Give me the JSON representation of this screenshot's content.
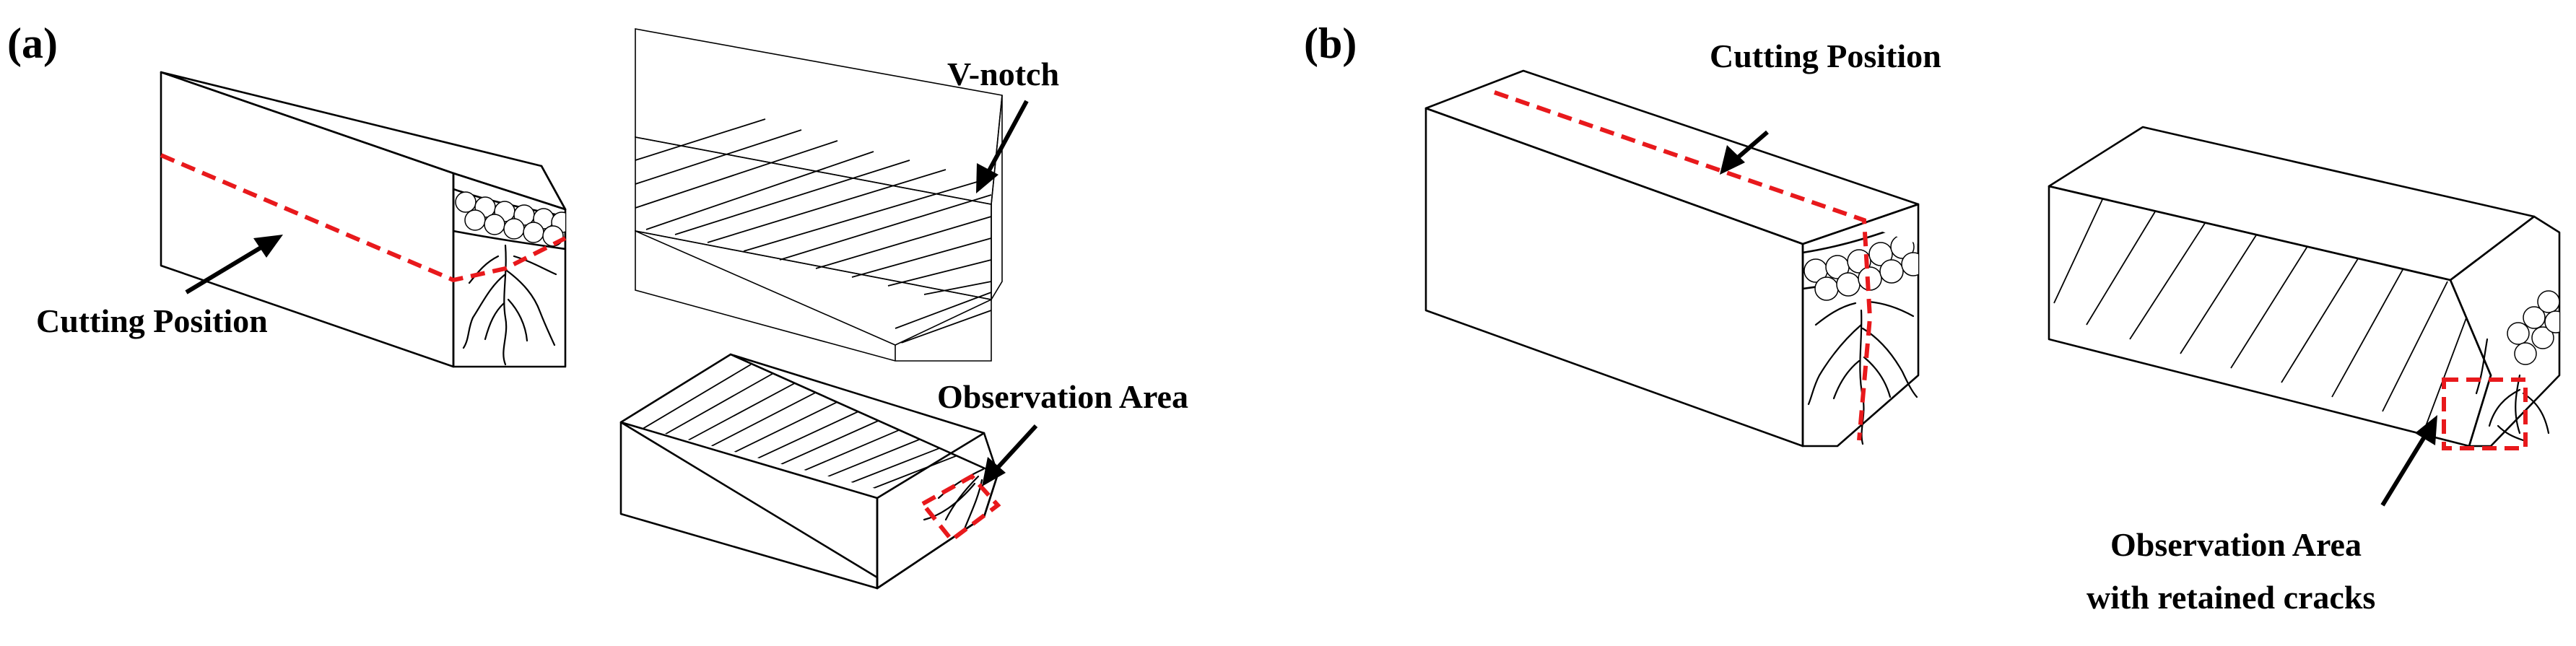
{
  "panels": [
    {
      "label": "(a)",
      "annotations": {
        "cutting": "Cutting Position",
        "vnotch": "V-notch",
        "observation": "Observation Area"
      }
    },
    {
      "label": "(b)",
      "annotations": {
        "cutting": "Cutting Position",
        "observation_line1": "Observation Area",
        "observation_line2": "with retained cracks"
      }
    }
  ],
  "colors": {
    "outline": "#000000",
    "marker": "#e8191c",
    "background": "#ffffff"
  }
}
